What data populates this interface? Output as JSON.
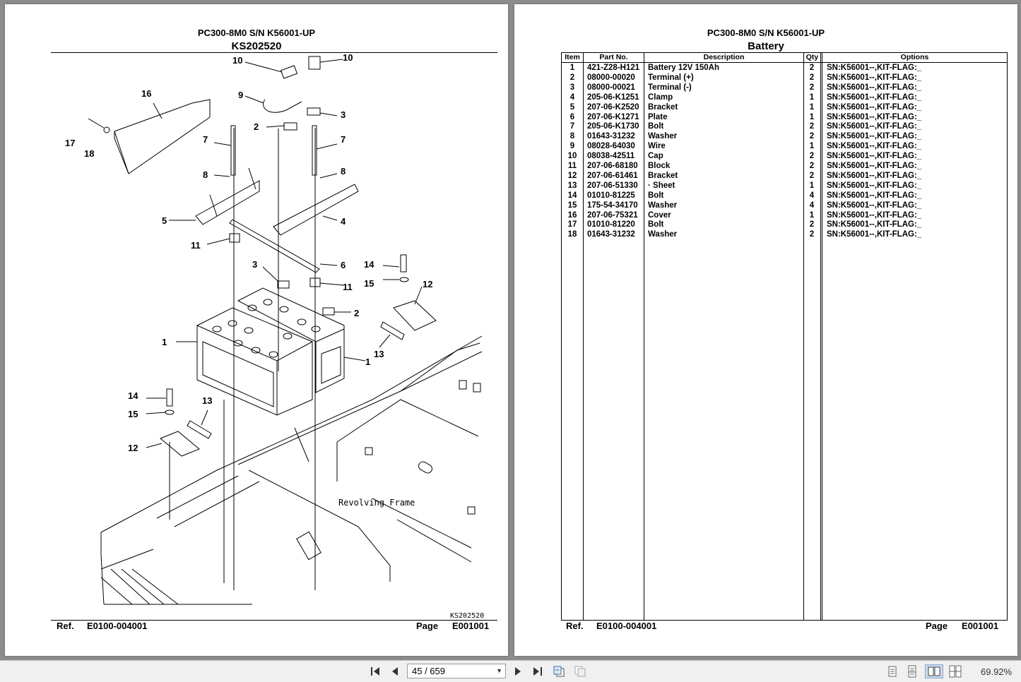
{
  "left_page": {
    "title": "PC300-8M0 S/N K56001-UP",
    "subtitle": "KS202520",
    "diagram_caption": "KS202520",
    "frame_label": "Revolving Frame",
    "callouts": [
      "1",
      "1",
      "2",
      "2",
      "3",
      "3",
      "4",
      "5",
      "6",
      "7",
      "7",
      "8",
      "8",
      "9",
      "10",
      "10",
      "11",
      "11",
      "12",
      "12",
      "13",
      "13",
      "14",
      "14",
      "15",
      "15",
      "16",
      "17",
      "18"
    ],
    "footer": {
      "ref_label": "Ref.",
      "ref_value": "E0100-004001",
      "page_label": "Page",
      "page_value": "E001001"
    }
  },
  "right_page": {
    "title": "PC300-8M0 S/N K56001-UP",
    "subtitle": "Battery",
    "table": {
      "headers": {
        "item": "Item",
        "part_no": "Part No.",
        "description": "Description",
        "qty": "Qty",
        "options": "Options"
      },
      "rows": [
        {
          "item": "1",
          "part_no": "421-Z28-H121",
          "description": "Battery 12V 150Ah",
          "qty": "2",
          "options": "SN:K56001--,KIT-FLAG:_"
        },
        {
          "item": "2",
          "part_no": "08000-00020",
          "description": "Terminal (+)",
          "qty": "2",
          "options": "SN:K56001--,KIT-FLAG:_"
        },
        {
          "item": "3",
          "part_no": "08000-00021",
          "description": "Terminal (-)",
          "qty": "2",
          "options": "SN:K56001--,KIT-FLAG:_"
        },
        {
          "item": "4",
          "part_no": "205-06-K1251",
          "description": "Clamp",
          "qty": "1",
          "options": "SN:K56001--,KIT-FLAG:_"
        },
        {
          "item": "5",
          "part_no": "207-06-K2520",
          "description": "Bracket",
          "qty": "1",
          "options": "SN:K56001--,KIT-FLAG:_"
        },
        {
          "item": "6",
          "part_no": "207-06-K1271",
          "description": "Plate",
          "qty": "1",
          "options": "SN:K56001--,KIT-FLAG:_"
        },
        {
          "item": "7",
          "part_no": "205-06-K1730",
          "description": "Bolt",
          "qty": "2",
          "options": "SN:K56001--,KIT-FLAG:_"
        },
        {
          "item": "8",
          "part_no": "01643-31232",
          "description": "Washer",
          "qty": "2",
          "options": "SN:K56001--,KIT-FLAG:_"
        },
        {
          "item": "9",
          "part_no": "08028-64030",
          "description": "Wire",
          "qty": "1",
          "options": "SN:K56001--,KIT-FLAG:_"
        },
        {
          "item": "10",
          "part_no": "08038-42511",
          "description": "Cap",
          "qty": "2",
          "options": "SN:K56001--,KIT-FLAG:_"
        },
        {
          "item": "11",
          "part_no": "207-06-68180",
          "description": "Block",
          "qty": "2",
          "options": "SN:K56001--,KIT-FLAG:_"
        },
        {
          "item": "12",
          "part_no": "207-06-61461",
          "description": "Bracket",
          "qty": "2",
          "options": "SN:K56001--,KIT-FLAG:_"
        },
        {
          "item": "13",
          "part_no": "207-06-51330",
          "description": "· Sheet",
          "qty": "1",
          "options": "SN:K56001--,KIT-FLAG:_"
        },
        {
          "item": "14",
          "part_no": "01010-81225",
          "description": "Bolt",
          "qty": "4",
          "options": "SN:K56001--,KIT-FLAG:_"
        },
        {
          "item": "15",
          "part_no": "175-54-34170",
          "description": "Washer",
          "qty": "4",
          "options": "SN:K56001--,KIT-FLAG:_"
        },
        {
          "item": "16",
          "part_no": "207-06-75321",
          "description": "Cover",
          "qty": "1",
          "options": "SN:K56001--,KIT-FLAG:_"
        },
        {
          "item": "17",
          "part_no": "01010-81220",
          "description": "Bolt",
          "qty": "2",
          "options": "SN:K56001--,KIT-FLAG:_"
        },
        {
          "item": "18",
          "part_no": "01643-31232",
          "description": "Washer",
          "qty": "2",
          "options": "SN:K56001--,KIT-FLAG:_"
        }
      ]
    },
    "footer": {
      "ref_label": "Ref.",
      "ref_value": "E0100-004001",
      "page_label": "Page",
      "page_value": "E001001"
    }
  },
  "toolbar": {
    "page_indicator": "45 / 659",
    "zoom": "69.92%",
    "icons": [
      "first-page-icon",
      "previous-page-icon",
      "next-page-icon",
      "last-page-icon",
      "go-back-icon",
      "go-forward-icon",
      "single-page-view-icon",
      "continuous-view-icon",
      "two-page-view-icon",
      "two-page-continuous-view-icon"
    ],
    "active_view": "two-page-view-icon"
  }
}
